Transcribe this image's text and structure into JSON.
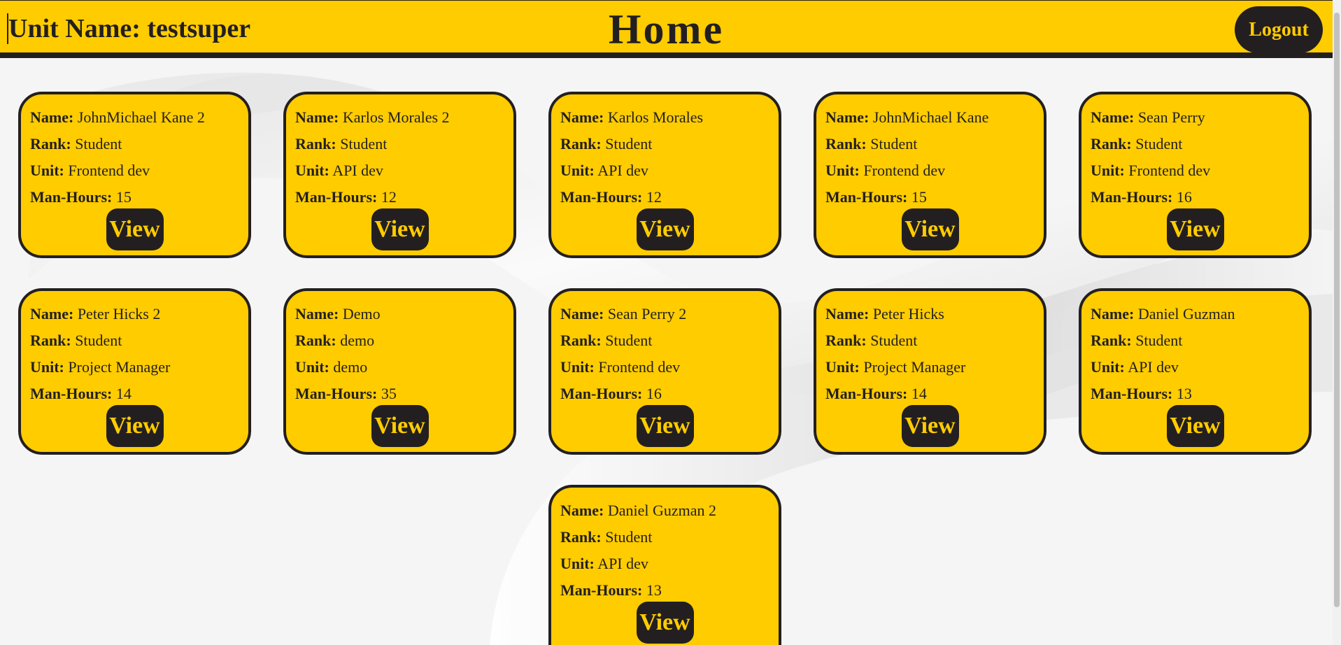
{
  "header": {
    "unit_name": "Unit Name: testsuper",
    "title": "Home",
    "logout_label": "Logout"
  },
  "labels": {
    "name": "Name:",
    "rank": "Rank:",
    "unit": "Unit:",
    "hours": "Man-Hours:",
    "view": "View"
  },
  "colors": {
    "accent": "#ffcc00",
    "dark": "#231f20",
    "background": "#f5f5f5"
  },
  "cards": [
    {
      "name": "JohnMichael Kane 2",
      "rank": "Student",
      "unit": "Frontend dev",
      "hours": "15"
    },
    {
      "name": "Karlos Morales 2",
      "rank": "Student",
      "unit": "API dev",
      "hours": "12"
    },
    {
      "name": "Karlos Morales",
      "rank": "Student",
      "unit": "API dev",
      "hours": "12"
    },
    {
      "name": "JohnMichael Kane",
      "rank": "Student",
      "unit": "Frontend dev",
      "hours": "15"
    },
    {
      "name": "Sean Perry",
      "rank": "Student",
      "unit": "Frontend dev",
      "hours": "16"
    },
    {
      "name": "Peter Hicks 2",
      "rank": "Student",
      "unit": "Project Manager",
      "hours": "14"
    },
    {
      "name": "Demo",
      "rank": "demo",
      "unit": "demo",
      "hours": "35"
    },
    {
      "name": "Sean Perry 2",
      "rank": "Student",
      "unit": "Frontend dev",
      "hours": "16"
    },
    {
      "name": "Peter Hicks",
      "rank": "Student",
      "unit": "Project Manager",
      "hours": "14"
    },
    {
      "name": "Daniel Guzman",
      "rank": "Student",
      "unit": "API dev",
      "hours": "13"
    },
    {
      "name": "Daniel Guzman 2",
      "rank": "Student",
      "unit": "API dev",
      "hours": "13"
    }
  ]
}
